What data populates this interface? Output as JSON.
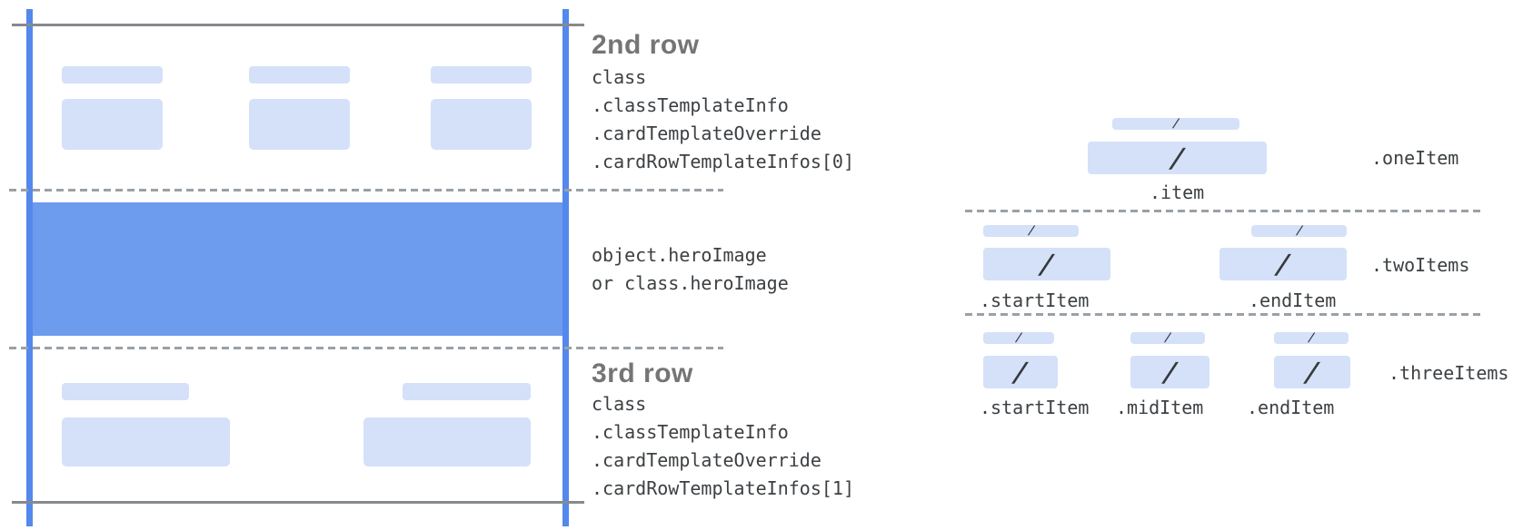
{
  "colors": {
    "placeholder_blue": "#d4e1f9",
    "hero_blue": "#6d9bed",
    "edge_line_blue": "#5388ec",
    "frame_gray": "#868a8e",
    "dash_gray": "#9aa0a6",
    "heading_gray": "#757575",
    "code_text": "#3c4043"
  },
  "card": {
    "second_row": {
      "heading": "2nd row",
      "code_lines": [
        "class",
        ".classTemplateInfo",
        ".cardTemplateOverride",
        ".cardRowTemplateInfos[0]"
      ]
    },
    "hero": {
      "code_lines": [
        "object.heroImage",
        "or class.heroImage"
      ]
    },
    "third_row": {
      "heading": "3rd row",
      "code_lines": [
        "class",
        ".classTemplateInfo",
        ".cardTemplateOverride",
        ".cardRowTemplateInfos[1]"
      ]
    }
  },
  "items_diagram": {
    "slash": "/",
    "rows": [
      {
        "row_label": ".oneItem",
        "items": [
          {
            "label": ".item"
          }
        ]
      },
      {
        "row_label": ".twoItems",
        "items": [
          {
            "label": ".startItem"
          },
          {
            "label": ".endItem"
          }
        ]
      },
      {
        "row_label": ".threeItems",
        "items": [
          {
            "label": ".startItem"
          },
          {
            "label": ".midItem"
          },
          {
            "label": ".endItem"
          }
        ]
      }
    ]
  }
}
